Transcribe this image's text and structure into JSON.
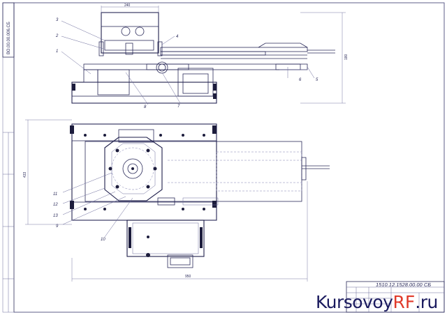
{
  "document": {
    "designation_corner": "ВО.00.00.006.СБ",
    "designation_stamp": "1510.12.1528.00.00 СБ"
  },
  "callouts": [
    "1",
    "2",
    "3",
    "4",
    "5",
    "6",
    "7",
    "8",
    "9",
    "10",
    "11",
    "12",
    "13"
  ],
  "dimensions": {
    "top_width": "240",
    "front_height": "180",
    "plan_height": "433",
    "overall_length": "950"
  },
  "watermark": {
    "brand_main": "KursovoyRF",
    "brand_accent": "RF",
    "brand_domain": ".ru",
    "brand_prefix": "Kursovoy"
  },
  "colors": {
    "line": "#2b2b5a",
    "watermark_blue": "#1a1a5e",
    "watermark_red": "#e03a2a"
  }
}
